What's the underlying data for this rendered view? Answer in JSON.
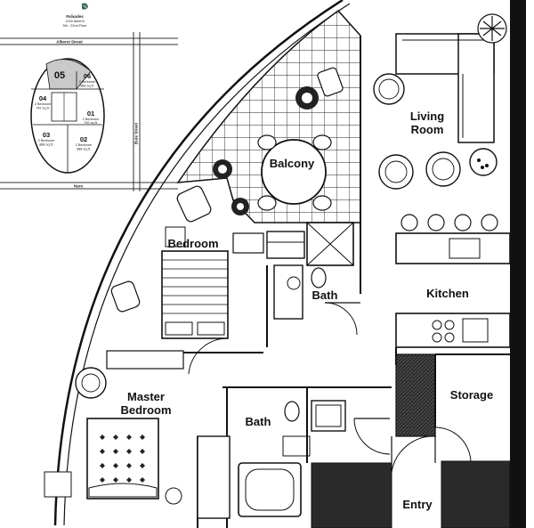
{
  "key_map": {
    "building_name": "Palisades",
    "address": "1200 Alberni",
    "floors": "5th - 22nd Floor",
    "street_top": "Alberni Street",
    "street_right": "Bute Street",
    "street_bottom": "Haro",
    "highlighted_unit": "05",
    "units": [
      {
        "num": "06",
        "type": "2 Bedroom",
        "area": "888 sq.ft."
      },
      {
        "num": "04",
        "type": "2 Bedroom",
        "area": "742 sq.ft."
      },
      {
        "num": "01",
        "type": "2 Bedroom",
        "area": "742 sq.ft."
      },
      {
        "num": "03",
        "type": "2 Bedroom",
        "area": "888 sq.ft."
      },
      {
        "num": "02",
        "type": "2 Bedroom",
        "area": "888 sq.ft."
      }
    ]
  },
  "rooms": {
    "living_line1": "Living",
    "living_line2": "Room",
    "balcony": "Balcony",
    "bedroom": "Bedroom",
    "bath_upper": "Bath",
    "kitchen": "Kitchen",
    "master_line1": "Master",
    "master_line2": "Bedroom",
    "bath_lower": "Bath",
    "storage": "Storage",
    "entry": "Entry"
  }
}
